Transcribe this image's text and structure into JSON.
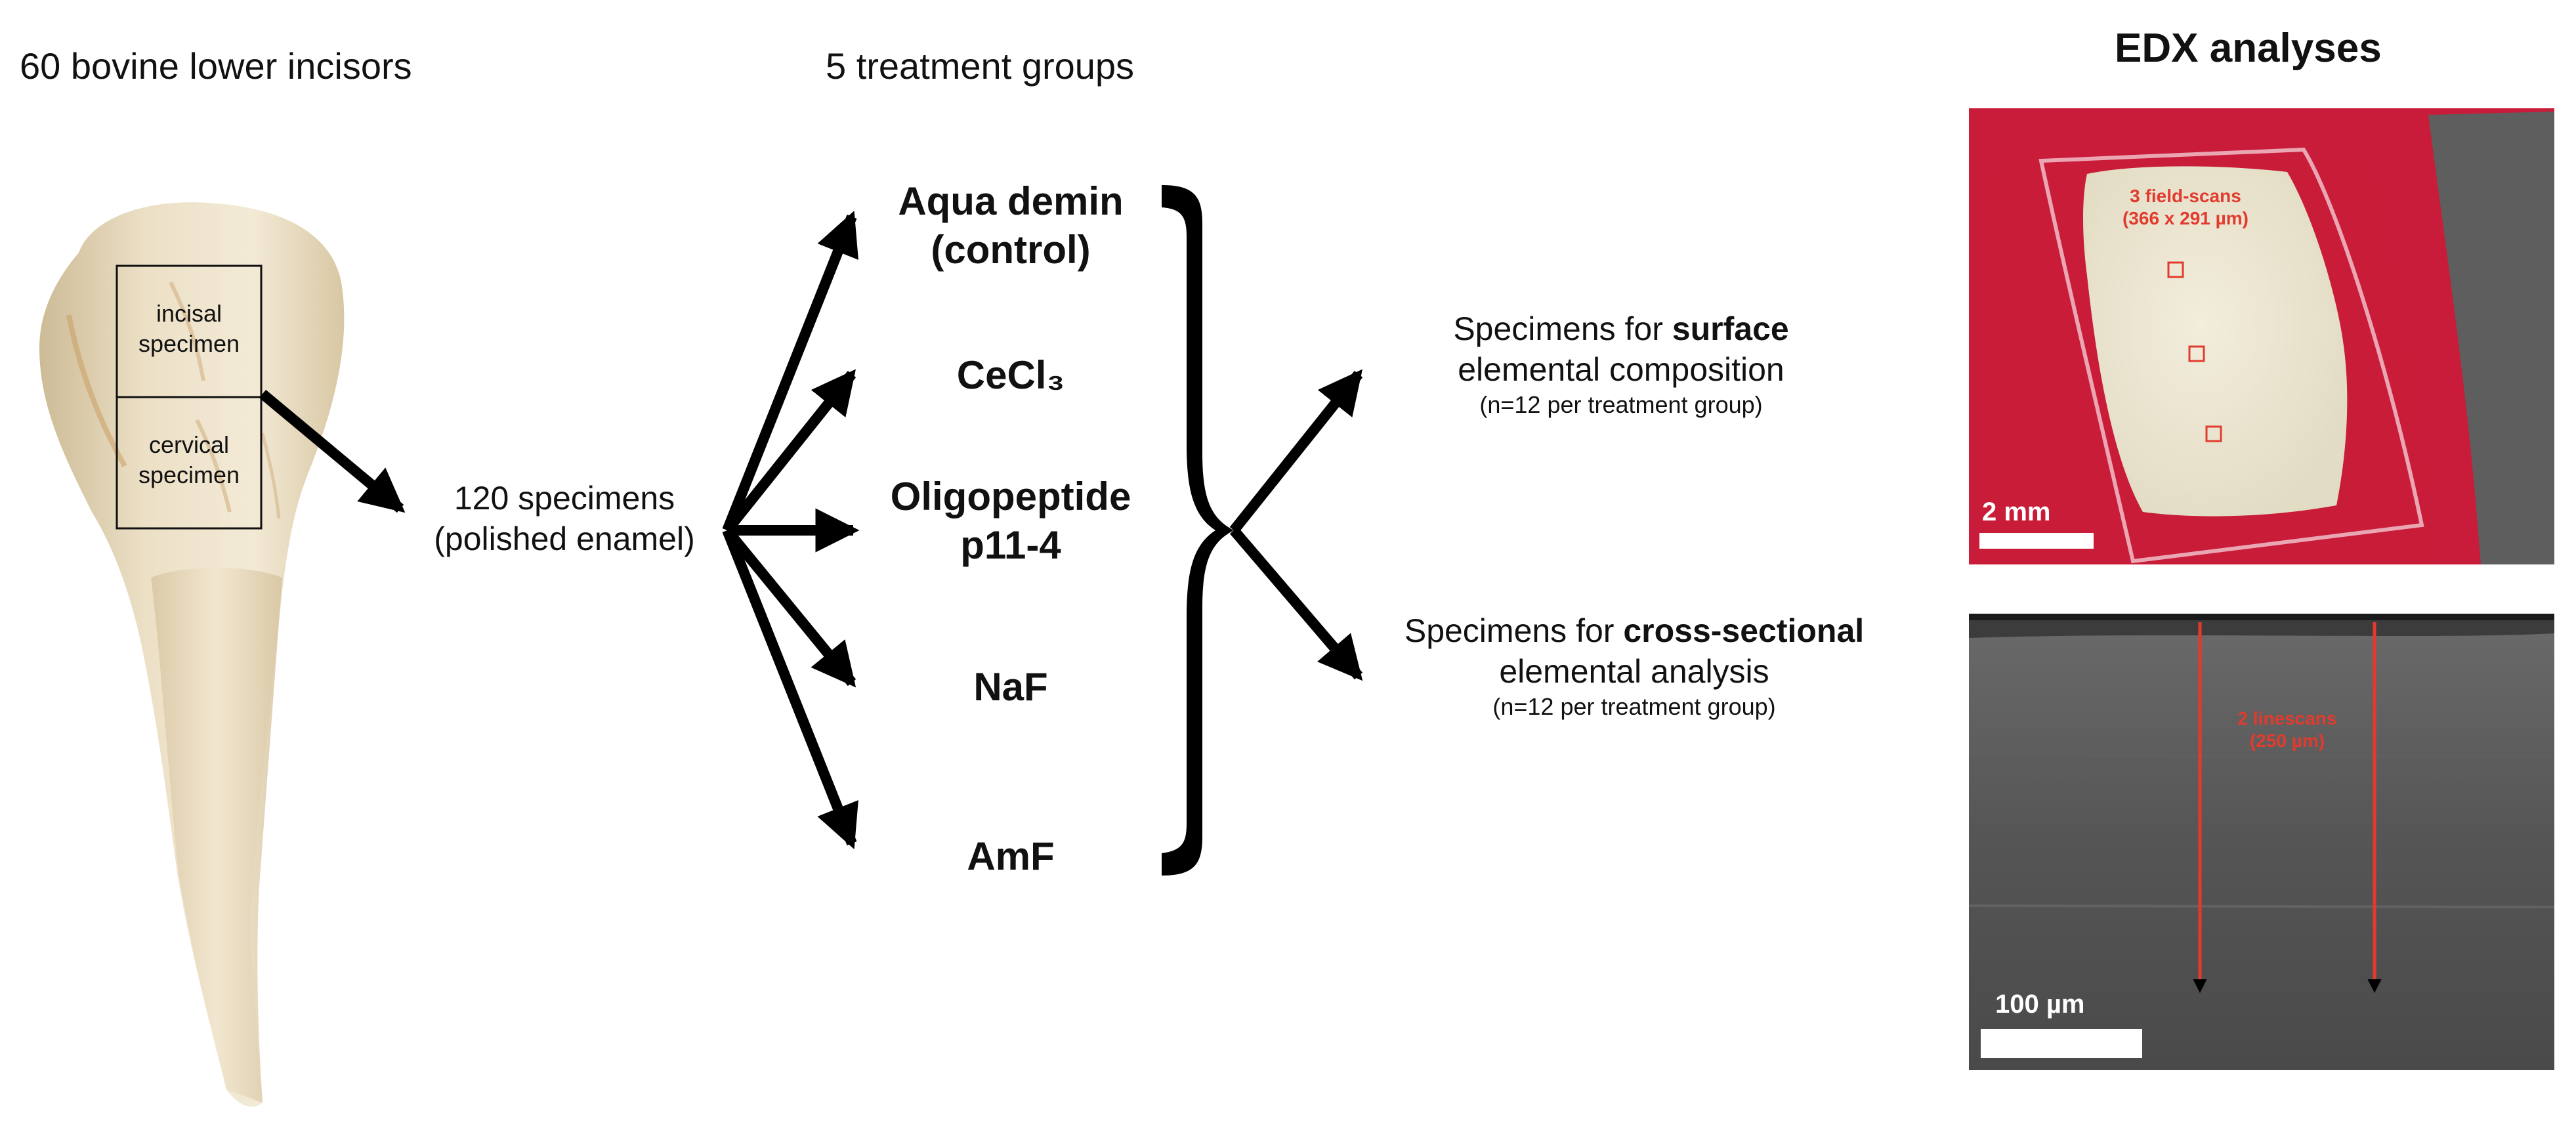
{
  "headers": {
    "incisors": "60 bovine lower incisors",
    "groups": "5 treatment groups",
    "edx": "EDX analyses"
  },
  "tooth": {
    "incisal_label": "incisal specimen",
    "cervical_label": "cervical specimen"
  },
  "specimens": {
    "line1": "120 specimens",
    "line2": "(polished enamel)"
  },
  "treatment_groups": [
    {
      "line1": "Aqua demin",
      "line2": "(control)"
    },
    {
      "line1": "CeCl₃",
      "line2": ""
    },
    {
      "line1": "Oligopeptide",
      "line2": "p11-4"
    },
    {
      "line1": "NaF",
      "line2": ""
    },
    {
      "line1": "AmF",
      "line2": ""
    }
  ],
  "outcomes": {
    "surface": {
      "prefix": "Specimens for ",
      "bold": "surface",
      "line2": "elemental composition",
      "n": "(n=12 per treatment group)"
    },
    "cross": {
      "prefix": "Specimens for ",
      "bold": "cross-sectional",
      "line2": "elemental analysis",
      "n": "(n=12 per treatment group)"
    }
  },
  "photo_surface": {
    "label1": "3 field-scans",
    "label2": "(366 x 291 µm)",
    "scale": "2 mm"
  },
  "photo_cross": {
    "label1": "2 linescans",
    "label2": "(250 µm)",
    "scale": "100 µm"
  },
  "colors": {
    "arrow": "#000000",
    "annotation_red": "#e23b2e",
    "resin_red": "#c81c3a",
    "sem_gray": "#5a5a5a"
  }
}
